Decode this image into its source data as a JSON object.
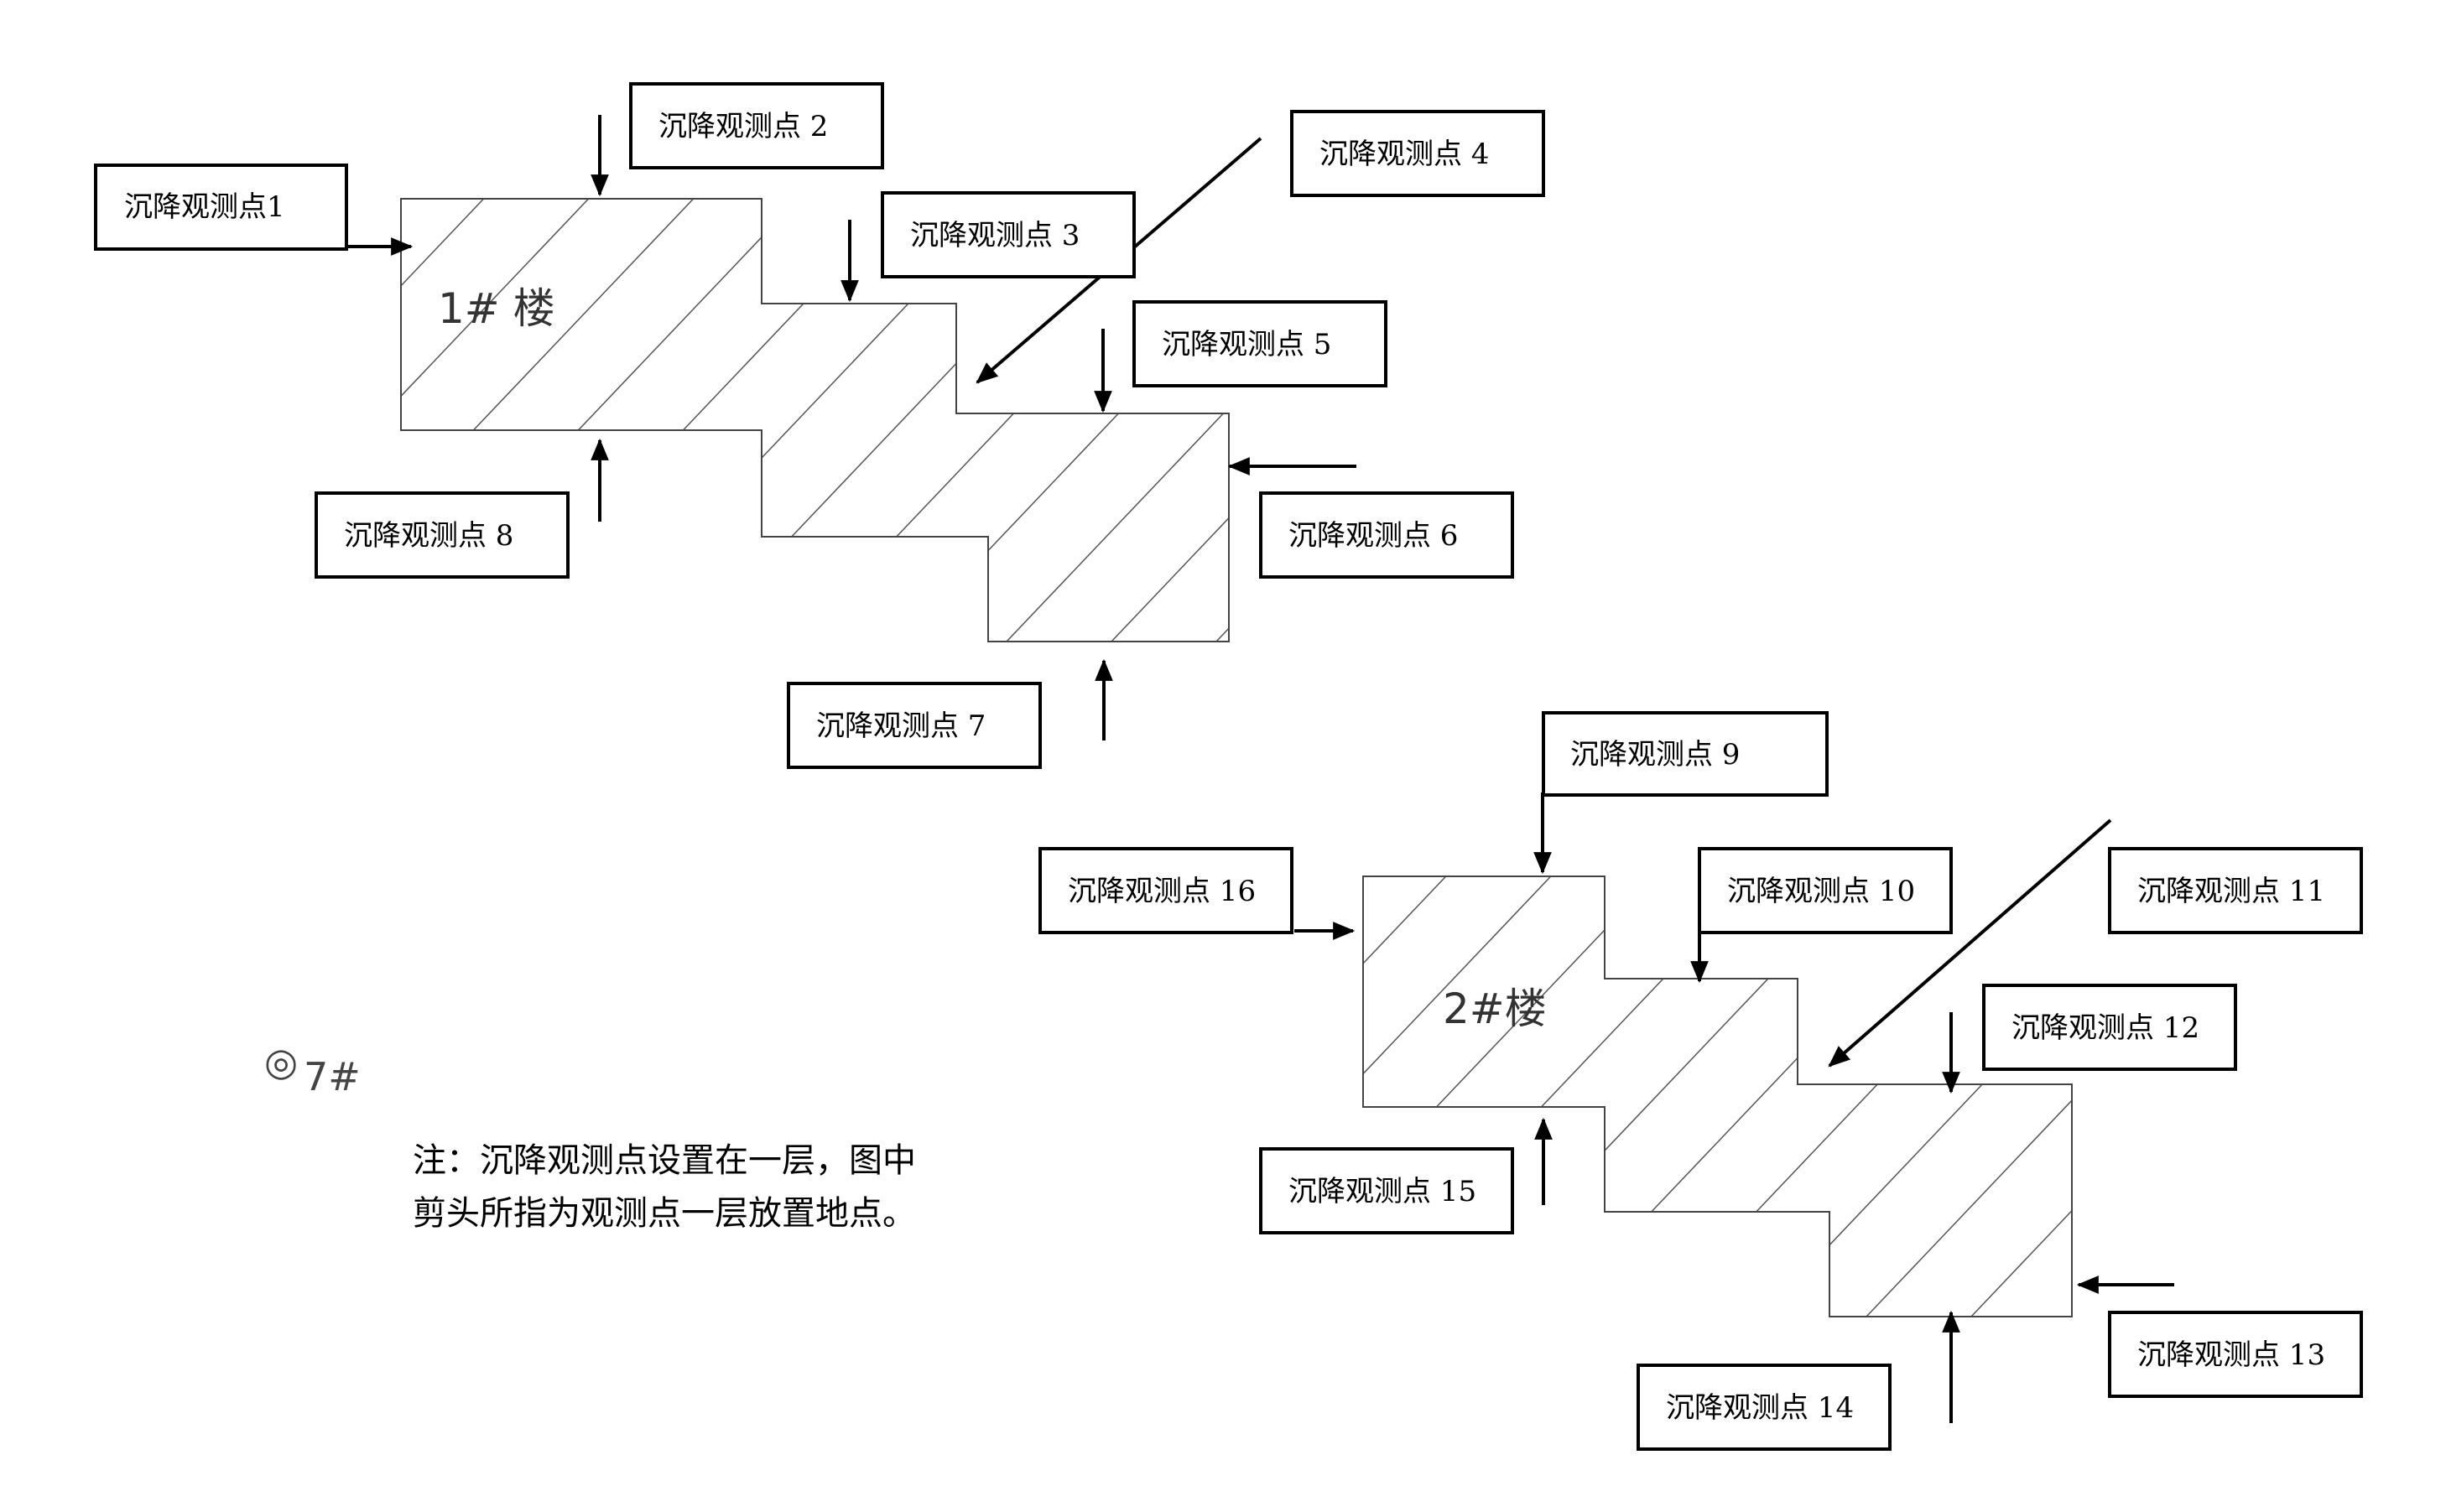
{
  "buildings": [
    {
      "id": "b1",
      "label": "1# 楼"
    },
    {
      "id": "b2",
      "label": "2#楼"
    }
  ],
  "points": [
    "沉降观测点1",
    "沉降观测点 2",
    "沉降观测点 3",
    "沉降观测点 4",
    "沉降观测点 5",
    "沉降观测点 6",
    "沉降观测点 7",
    "沉降观测点 8",
    "沉降观测点 9",
    "沉降观测点 10",
    "沉降观测点 11",
    "沉降观测点 12",
    "沉降观测点 13",
    "沉降观测点 14",
    "沉降观测点 15",
    "沉降观测点 16"
  ],
  "marker": {
    "symbol": "◎",
    "text": "7#"
  },
  "note": {
    "line1": "注：沉降观测点设置在一层，图中",
    "line2": "剪头所指为观测点一层放置地点。"
  }
}
